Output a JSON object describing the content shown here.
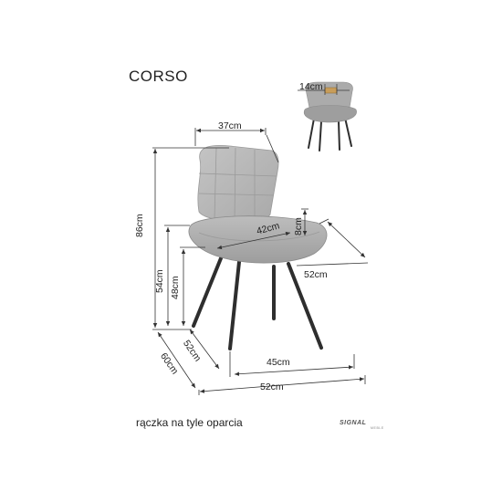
{
  "product": {
    "name": "CORSO",
    "caption": "rączka na tyle oparcia"
  },
  "dimensions": {
    "handle_width": "14cm",
    "backrest_width": "37cm",
    "seat_height_armless": "8cm",
    "seat_diameter": "42cm",
    "seat_depth_side": "52cm",
    "total_height": "86cm",
    "seat_height": "54cm",
    "leg_height": "48cm",
    "base_depth": "52cm",
    "total_depth": "60cm",
    "base_width": "45cm",
    "total_width": "52cm"
  },
  "brand": {
    "name": "SIGNAL",
    "sub": "MEBLE"
  },
  "colors": {
    "line": "#333333",
    "fabric": "#b8b8b8",
    "fabric_dark": "#8f8f8f",
    "leg": "#2e2e2e"
  }
}
